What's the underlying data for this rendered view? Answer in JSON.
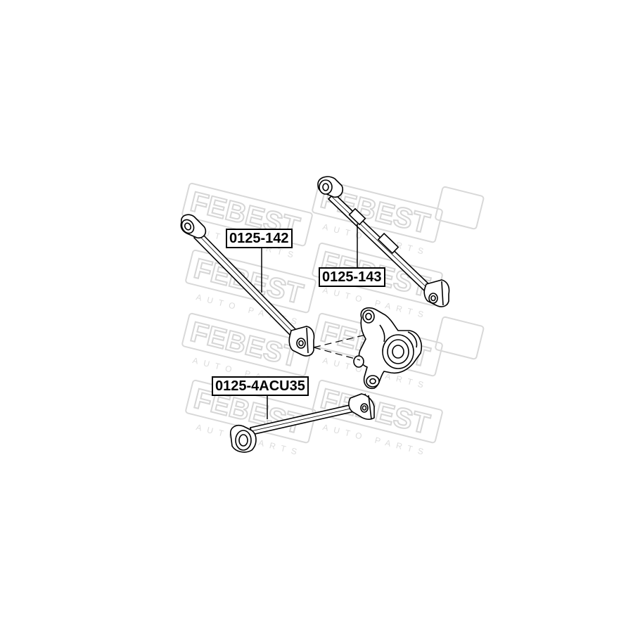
{
  "watermark": {
    "brand": "FEBEST",
    "tagline": "AUTO PARTS"
  },
  "parts": [
    {
      "id": "p142",
      "label": "0125-142"
    },
    {
      "id": "p143",
      "label": "0125-143"
    },
    {
      "id": "p4acu",
      "label": "0125-4ACU35"
    }
  ],
  "colors": {
    "line": "#000000",
    "watermark": "#d9d9d9",
    "background": "#ffffff"
  }
}
